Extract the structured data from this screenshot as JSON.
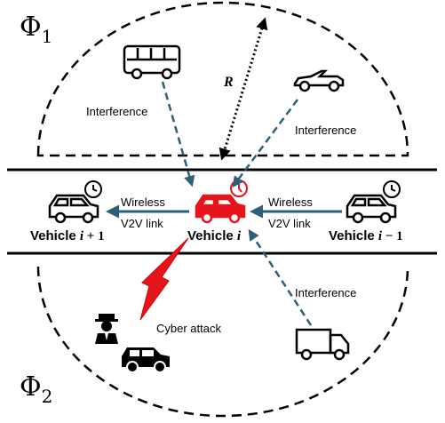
{
  "regions": {
    "top_label": "Φ",
    "top_sub": "1",
    "bottom_label": "Φ",
    "bottom_sub": "2"
  },
  "radius_label": "R",
  "interference_labels": [
    "Interference",
    "Interference",
    "Interference"
  ],
  "wireless_left": {
    "line1": "Wireless",
    "line2": "V2V link"
  },
  "wireless_right": {
    "line1": "Wireless",
    "line2": "V2V link"
  },
  "vehicles": {
    "left": {
      "prefix": "Vehicle ",
      "var": "i",
      "suffix": " + 1"
    },
    "center": {
      "prefix": "Vehicle ",
      "var": "i",
      "suffix": ""
    },
    "right": {
      "prefix": "Vehicle ",
      "var": "i",
      "suffix": " − 1"
    }
  },
  "cyber_attack_label": "Cyber attack",
  "colors": {
    "arrow": "#2e5f78",
    "attack": "#e8141b",
    "victim_car": "#e8141b",
    "line": "#000000"
  }
}
